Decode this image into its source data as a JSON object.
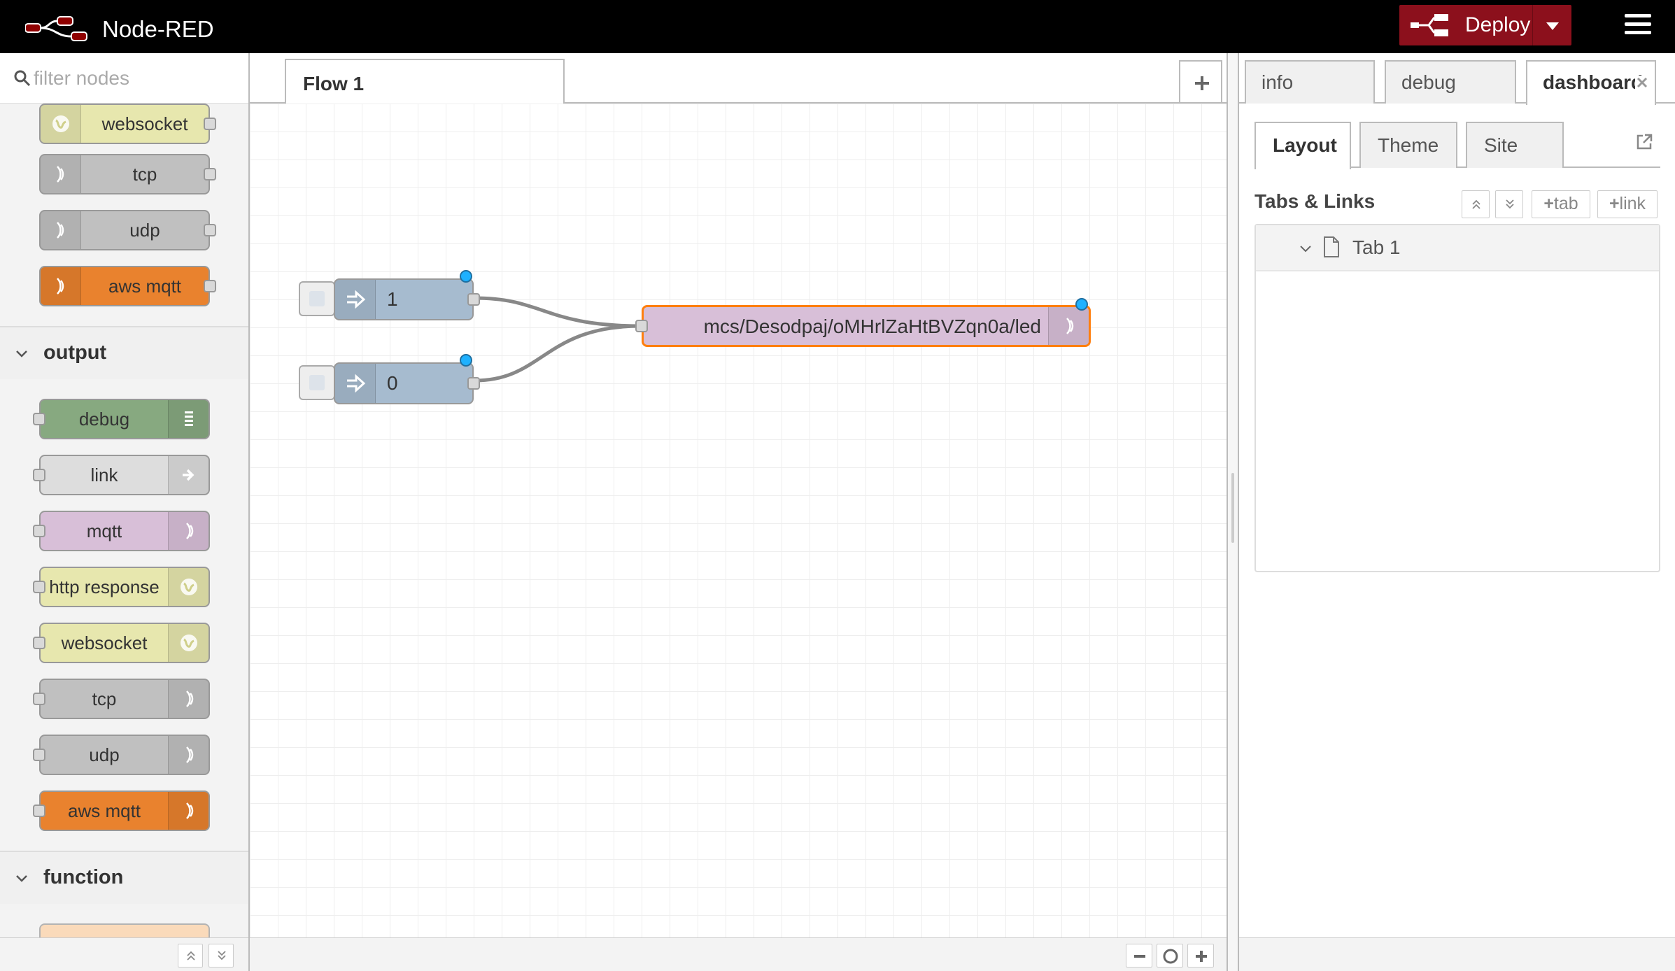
{
  "header": {
    "title": "Node-RED",
    "deploy_label": "Deploy"
  },
  "palette": {
    "filter_placeholder": "filter nodes",
    "top_nodes": [
      {
        "label": "websocket",
        "color": "#e7e7ae"
      },
      {
        "label": "tcp",
        "color": "#c0c0c0"
      },
      {
        "label": "udp",
        "color": "#c0c0c0"
      },
      {
        "label": "aws mqtt",
        "color": "#e9822e"
      }
    ],
    "output_category": "output",
    "output_nodes": [
      {
        "label": "debug",
        "color": "#87a980"
      },
      {
        "label": "link",
        "color": "#dddddd"
      },
      {
        "label": "mqtt",
        "color": "#d8bfd8"
      },
      {
        "label": "http response",
        "color": "#e7e7ae"
      },
      {
        "label": "websocket",
        "color": "#e7e7ae"
      },
      {
        "label": "tcp",
        "color": "#c0c0c0"
      },
      {
        "label": "udp",
        "color": "#c0c0c0"
      },
      {
        "label": "aws mqtt",
        "color": "#e9822e"
      }
    ],
    "function_category": "function"
  },
  "workspace": {
    "tab_label": "Flow 1",
    "nodes": {
      "inject1": "1",
      "inject0": "0",
      "mqtt_out": "mcs/Desodpaj/oMHrlZaHtBVZqn0a/led"
    }
  },
  "sidebar": {
    "tabs": [
      "info",
      "debug",
      "dashboard"
    ],
    "sub_tabs": [
      "Layout",
      "Theme",
      "Site"
    ],
    "section_title": "Tabs & Links",
    "add_tab_label": "tab",
    "add_link_label": "link",
    "tree_items": [
      "Tab 1"
    ]
  },
  "colors": {
    "header_bg": "#000000",
    "deploy_bg": "#8c101c",
    "inject_node": "#a6bbcf",
    "mqtt_node": "#d8bfd8",
    "selected_outline": "#ff7f0e",
    "changed_dot": "#1eb1ff"
  }
}
